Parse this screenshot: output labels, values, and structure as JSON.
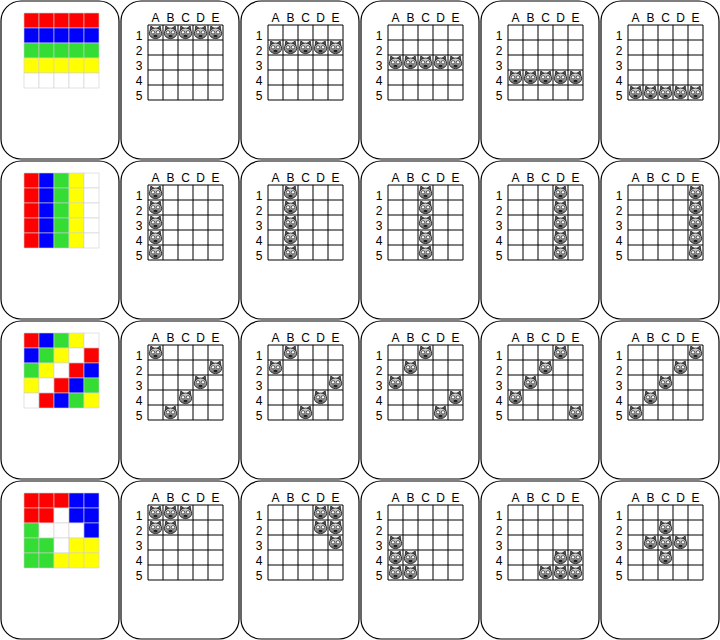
{
  "diagram": {
    "labels": [
      "A",
      "B",
      "C",
      "D",
      "E",
      "1",
      "2",
      "3",
      "4",
      "5",
      "A",
      "B",
      "C",
      "D",
      "E",
      "1",
      "2",
      "3",
      "4",
      "5",
      "A",
      "B",
      "C",
      "D",
      "E",
      "1",
      "2",
      "3",
      "4",
      "5",
      "A",
      "B",
      "C",
      "D",
      "E",
      "1",
      "2",
      "3",
      "4",
      "5",
      "A",
      "B",
      "C",
      "D",
      "E",
      "1",
      "2",
      "3",
      "4",
      "5",
      "A",
      "B",
      "C",
      "D",
      "E",
      "1",
      "2",
      "3",
      "4",
      "5",
      "A",
      "B",
      "C",
      "D",
      "E",
      "1",
      "2",
      "3",
      "4",
      "5",
      "A",
      "B",
      "C",
      "D",
      "E",
      "1",
      "2",
      "3",
      "4",
      "5",
      "A",
      "B",
      "C",
      "D",
      "E",
      "1",
      "2",
      "3",
      "4",
      "5",
      "A",
      "B",
      "C",
      "D",
      "E",
      "1",
      "2",
      "3",
      "4",
      "5",
      "A",
      "B",
      "C",
      "D",
      "E",
      "1",
      "2",
      "3",
      "4",
      "5",
      "A",
      "B",
      "C",
      "D",
      "E",
      "1",
      "2",
      "3",
      "4",
      "5",
      "A",
      "B",
      "C",
      "D",
      "E",
      "1",
      "2",
      "3",
      "4",
      "5",
      "A",
      "B",
      "C",
      "D",
      "E",
      "1",
      "2",
      "3",
      "4",
      "5",
      "A",
      "B",
      "C",
      "D",
      "E",
      "1",
      "2",
      "3",
      "4",
      "5",
      "A",
      "B",
      "C",
      "D",
      "E",
      "1",
      "2",
      "3",
      "4",
      "5",
      "A",
      "B",
      "C",
      "D",
      "E",
      "1",
      "2",
      "3",
      "4",
      "5",
      "A",
      "B",
      "C",
      "D",
      "E",
      "1",
      "2",
      "3",
      "4",
      "5",
      "A",
      "B",
      "C",
      "D",
      "E",
      "1",
      "2",
      "3",
      "4",
      "5",
      "A",
      "B",
      "C",
      "D",
      "E",
      "1",
      "2",
      "3",
      "4",
      "5"
    ]
  }
}
